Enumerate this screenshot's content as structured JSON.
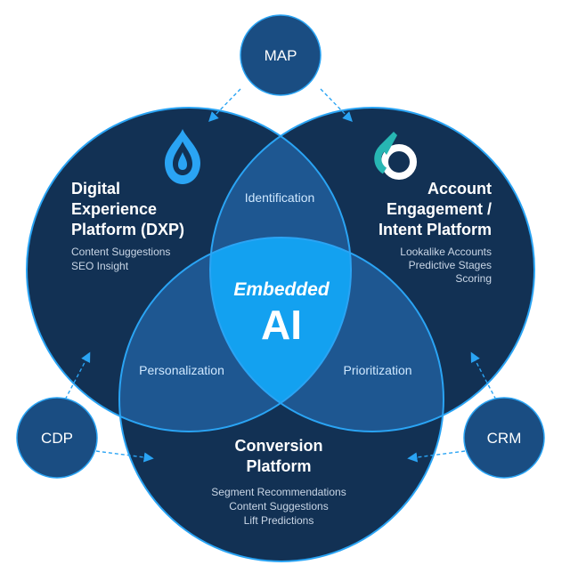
{
  "diagram": {
    "center": {
      "line1": "Embedded",
      "line2": "AI"
    },
    "circles": {
      "left": {
        "title": [
          "Digital",
          "Experience",
          "Platform (DXP)"
        ],
        "items": [
          "Content Suggestions",
          "SEO Insight"
        ],
        "icon": "drupal-drop-icon"
      },
      "right": {
        "title": [
          "Account",
          "Engagement /",
          "Intent Platform"
        ],
        "items": [
          "Lookalike Accounts",
          "Predictive Stages",
          "Scoring"
        ],
        "icon": "ring-logo-icon"
      },
      "bottom": {
        "title": [
          "Conversion",
          "Platform"
        ],
        "items": [
          "Segment Recommendations",
          "Content Suggestions",
          "Lift Predictions"
        ]
      }
    },
    "overlaps": {
      "left_right": "Identification",
      "left_bottom": "Personalization",
      "right_bottom": "Prioritization"
    },
    "nodes": {
      "top": "MAP",
      "left": "CDP",
      "right": "CRM"
    },
    "colors": {
      "circle": "#123154",
      "overlap_pair": "#1e5791",
      "center": "#13a1f0",
      "stroke": "#2aa4f4",
      "node": "#1a4d82",
      "arrow": "#2aa4f4",
      "logo_teal": "#27b6b3"
    }
  }
}
